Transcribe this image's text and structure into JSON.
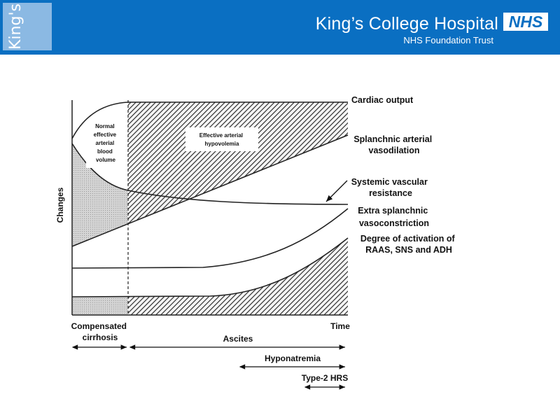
{
  "header": {
    "logo_text": "King's",
    "hospital_name": "King’s College Hospital",
    "nhs_badge": "NHS",
    "trust_name": "NHS Foundation Trust",
    "background_color": "#0a6fc2",
    "logo_color": "#8bb9e3"
  },
  "diagram": {
    "y_axis_label": "Changes",
    "box_normal": [
      "Normal",
      "effective",
      "arterial",
      "blood",
      "volume"
    ],
    "box_hypovolemia": [
      "Effective arterial",
      "hypovolemia"
    ],
    "curve_labels": {
      "cardiac_output": [
        "Cardiac output"
      ],
      "splanchnic": [
        "Splanchnic arterial",
        "vasodilation"
      ],
      "svr": [
        "Systemic vascular",
        "resistance"
      ],
      "extra_splanchnic": [
        "Extra splanchnic",
        "vasoconstriction"
      ],
      "raas": [
        "Degree of activation of",
        "RAAS, SNS and ADH"
      ]
    },
    "x_labels": {
      "compensated": [
        "Compensated",
        "cirrhosis"
      ],
      "time": "Time"
    },
    "stages": {
      "ascites": "Ascites",
      "hyponatremia": "Hyponatremia",
      "hrs": "Type-2 HRS"
    }
  }
}
